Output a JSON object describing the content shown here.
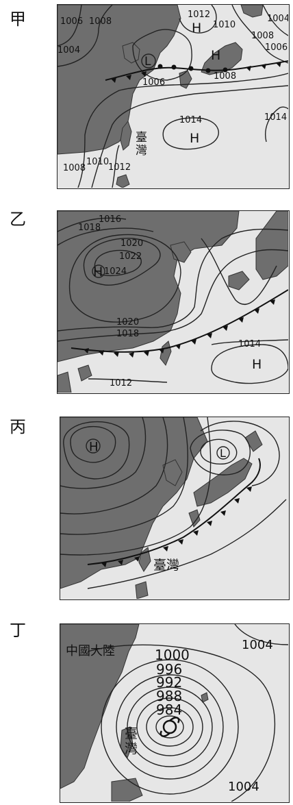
{
  "panels": [
    {
      "label": "甲",
      "isobars": [
        "1006",
        "1008",
        "1004",
        "1012",
        "1010",
        "1004",
        "1008",
        "1006",
        "1006",
        "1008",
        "1014",
        "1014",
        "1008",
        "1010",
        "1012"
      ],
      "pressure_centers": [
        "H",
        "L",
        "H",
        "H"
      ],
      "place_labels": [
        "臺",
        "灣"
      ]
    },
    {
      "label": "乙",
      "isobars": [
        "1016",
        "1018",
        "1020",
        "1022",
        "1024",
        "1020",
        "1018",
        "1014",
        "1012"
      ],
      "pressure_centers": [
        "H",
        "H"
      ]
    },
    {
      "label": "丙",
      "pressure_centers": [
        "H",
        "L"
      ],
      "place_labels": [
        "臺灣"
      ]
    },
    {
      "label": "丁",
      "isobars": [
        "1000",
        "996",
        "992",
        "988",
        "984",
        "1004",
        "1004"
      ],
      "place_labels": [
        "中國大陸",
        "臺",
        "灣"
      ],
      "typhoon_symbol": "ย"
    }
  ],
  "colors": {
    "land": "#6e6e6e",
    "sea": "#e6e6e6",
    "lines": "#222222"
  }
}
